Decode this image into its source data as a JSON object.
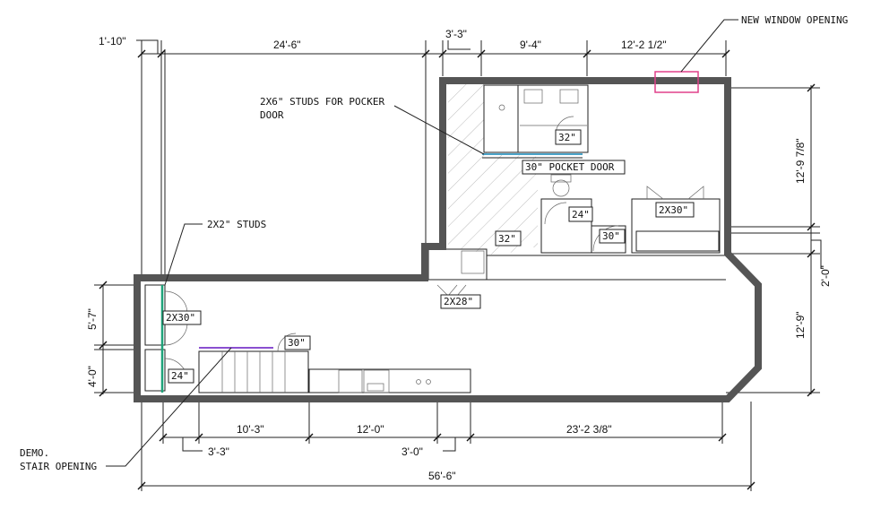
{
  "dimensions": {
    "top_1_10": "1'-10\"",
    "top_24_6": "24'-6\"",
    "top_3_3": "3'-3\"",
    "top_9_4": "9'-4\"",
    "top_12_2": "12'-2 1/2\"",
    "right_12_9_78": "12'-9 7/8\"",
    "right_2_0": "2'-0\"",
    "right_12_9": "12'-9\"",
    "left_5_7": "5'-7\"",
    "left_4_0": "4'-0\"",
    "bot_10_3": "10'-3\"",
    "bot_12_0": "12'-0\"",
    "bot_23_2": "23'-2 3/8\"",
    "bot_3_3": "3'-3\"",
    "bot_3_0": "3'-0\"",
    "bot_56_6": "56'-6\""
  },
  "notes": {
    "new_window": "NEW WINDOW OPENING",
    "studs_2x6_line1": "2X6\" STUDS FOR POCKER",
    "studs_2x6_line2": "DOOR",
    "studs_2x2": "2X2\" STUDS",
    "demo_line1": "DEMO.",
    "demo_line2": "STAIR OPENING"
  },
  "tags": {
    "door_32_top": "32\"",
    "pocket_door": "30\" POCKET DOOR",
    "door_24_right": "24\"",
    "door_2x30_right": "2X30\"",
    "door_30_right": "30\"",
    "door_32_mid": "32\"",
    "door_2x28": "2X28\"",
    "door_2x30_left": "2X30\"",
    "door_30_stair": "30\"",
    "door_24_left": "24\""
  },
  "colors": {
    "window_marker": "#e0408a",
    "studs_2x2": "#1fa37a",
    "pocket_door_studs": "#4aa3c8",
    "demo_line": "#8a4fd0",
    "wall": "#555555"
  }
}
